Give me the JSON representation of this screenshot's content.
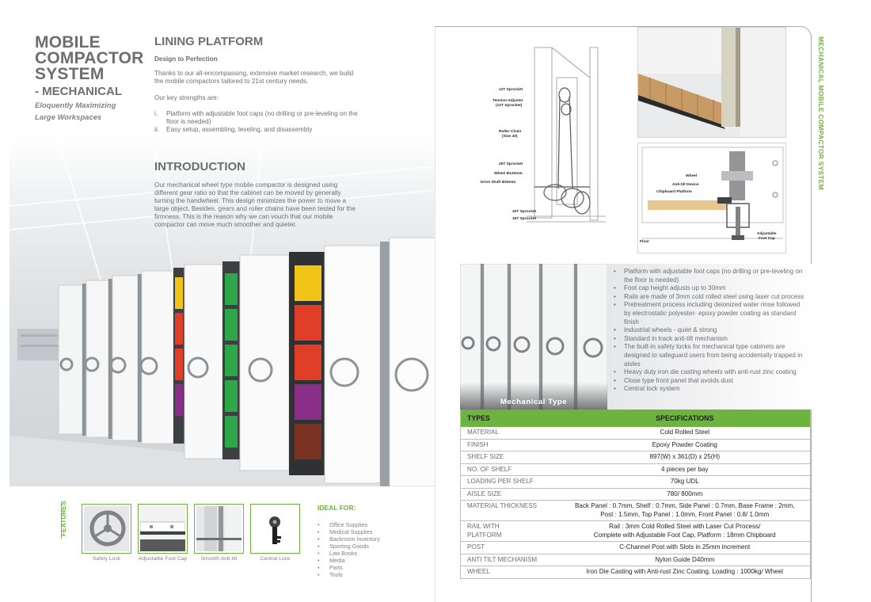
{
  "left": {
    "title_lines": [
      "MOBILE",
      "COMPACTOR",
      "SYSTEM"
    ],
    "subtitle": "- MECHANICAL",
    "tagline_lines": [
      "Eloquently Maximizing",
      "Large Workspaces"
    ],
    "lining": {
      "heading": "LINING PLATFORM",
      "sub": "Design to Perfection",
      "p1": "Thanks to our all-encompassing, extensive market research, we build the mobile compactors tailored to 21st century needs.",
      "p2": "Our key strengths are:",
      "items": [
        {
          "num": "i.",
          "text": "Platform with adjustable foot caps (no drilling or pre-leveling on the floor is needed)"
        },
        {
          "num": "ii.",
          "text": "Easy setup, assembling, leveling, and disassembly"
        }
      ]
    },
    "intro": {
      "heading": "INTRODUCTION",
      "text": "Our mechanical wheel type mobile compactor is designed using different gear ratio so that the cabinet can be moved by generally turning the handwheel. This design minimizes the power to move a large object. Besides, gears and roller chains have been tested for the firmness. This is the reason why we can vouch that our mobile compactor can move much smoother and quieter."
    },
    "features_label": "FEATURES",
    "features": [
      "Safety Lock",
      "Adjustable Foot Cap",
      "Smooth Anti-tilt",
      "Central Lock"
    ],
    "ideal": {
      "heading": "IDEAL FOR:",
      "items": [
        "Office Supplies",
        "Medical Supplies",
        "Backroom Inventory",
        "Sporting Goods",
        "Law Books",
        "Media",
        "Parts",
        "Tools"
      ]
    }
  },
  "right": {
    "vertical_title": "MECHANICAL MOBILE COMPACTOR SYSTEM",
    "diagram_labels": {
      "sprocket12": "12T Sprocket",
      "tension": "Tension Adjuster",
      "tension2": "(12T Sprocket)",
      "roller": "Roller Chain",
      "roller2": "(Size 40)",
      "sprocket20": "20T Sprocket",
      "wheel": "Wheel Ø120mm",
      "shaft": "Drive Shaft Ø25mm",
      "sprocket32": "32T Sprocket",
      "sprocket16": "16T Sprocket"
    },
    "section_labels": {
      "wheel": "Wheel",
      "antitilt": "Anti-tilt Device",
      "chipboard": "Chipboard Platform",
      "floor": "Floor",
      "footcap": "Adjustable",
      "footcap2": "Foot Cap"
    },
    "mech_caption": "Mechanical Type",
    "bullets": [
      "Platform with adjustable foot caps (no drilling or pre-leveling on the floor is needed)",
      "Foot cap height adjusts up to 30mm",
      "Rails are made of 3mm cold rolled steel using laser cut process",
      "Pretreatment process including deionized water rinse followed by electrostatic polyester- epoxy powder coating as standard finish",
      "Industrial wheels - quiet & strong",
      "Standard in track anti-tilt mechanism",
      "The built-in safety locks for mechanical type cabinets are designed to safeguard users from being accidentally trapped in aisles",
      "Heavy duty iron die casting wheels with anti-rust zinc coating",
      "Close type front panel that avoids dust",
      "Central lock system"
    ],
    "table": {
      "headers": [
        "TYPES",
        "SPECIFICATIONS"
      ],
      "rows": [
        {
          "k": "MATERIAL",
          "v": "Cold Rolled Steel"
        },
        {
          "k": "FINISH",
          "v": "Epoxy Powder Coating"
        },
        {
          "k": "SHELF SIZE",
          "v": "897(W) x 361(D) x 25(H)"
        },
        {
          "k": "NO. OF SHELF",
          "v": "4 pieces per bay"
        },
        {
          "k": "LOADING PER SHELF",
          "v": "70kg UDL"
        },
        {
          "k": "AISLE SIZE",
          "v": "780/ 800mm"
        },
        {
          "k": "MATERIAL THICKNESS",
          "v": "Back Panel : 0.7mm, Shelf : 0.7mm, Side Panel : 0.7mm, Base Frame : 2mm,",
          "v2": "Post : 1.5mm, Top Panel : 1.0mm, Front Panel : 0.8/ 1.0mm"
        },
        {
          "k": "RAIL WITH",
          "k2": "PLATFORM",
          "v": "Rail : 3mm Cold Rolled Steel with Laser  Cut Process/",
          "v2": "Complete with Adjustable Foot Cap, Platform : 18mm Chipboard"
        },
        {
          "k": "POST",
          "v": "C-Channel Post with Slots in 25mm increment"
        },
        {
          "k": "ANTI TILT MECHANISM",
          "v": "Nylon Guide D40mm"
        },
        {
          "k": "WHEEL",
          "v": "Iron Die Casting with Anti-rust Zinc Coating, Loading : 1000kg/ Wheel"
        }
      ]
    }
  },
  "colors": {
    "accent": "#6cb33f",
    "text": "#6d6e71"
  }
}
